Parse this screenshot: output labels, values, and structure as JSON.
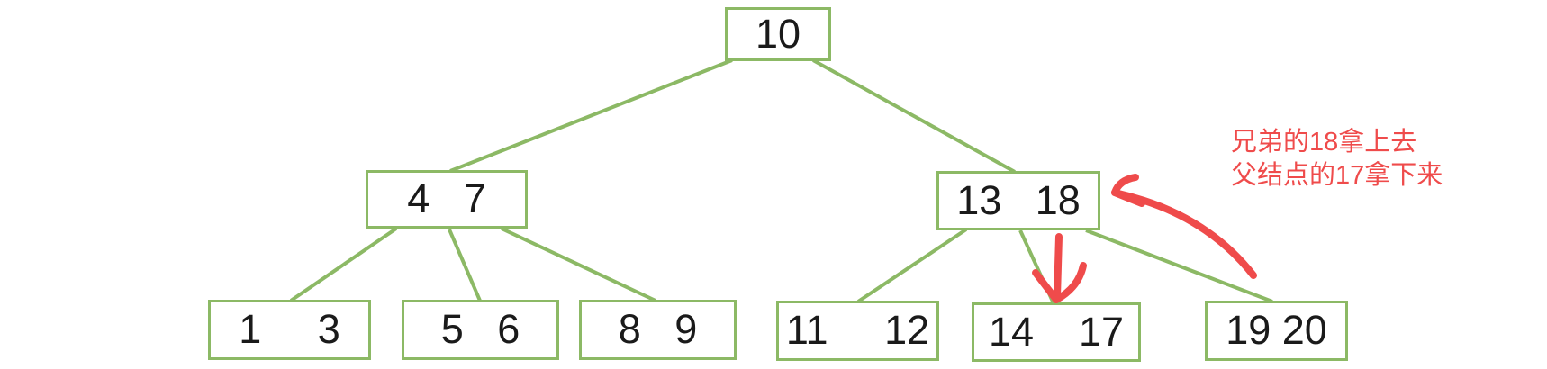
{
  "diagram": {
    "type": "b-tree",
    "nodes": [
      {
        "name": "root",
        "label": "10"
      },
      {
        "name": "internal-left",
        "label": "4   7"
      },
      {
        "name": "internal-right",
        "label": "13   18"
      },
      {
        "name": "leaf-1-3",
        "label": "1     3"
      },
      {
        "name": "leaf-5-6",
        "label": "5   6"
      },
      {
        "name": "leaf-8-9",
        "label": "8   9"
      },
      {
        "name": "leaf-11-12",
        "label": "11     12"
      },
      {
        "name": "leaf-14-17",
        "label": "14    17"
      },
      {
        "name": "leaf-19-20",
        "label": "19 20"
      }
    ]
  },
  "annotation": {
    "line1": "兄弟的18拿上去",
    "line2": "父结点的17拿下来"
  },
  "colors": {
    "node_border_green": "#8CB965",
    "annotation_red": "#EF4B4B",
    "node_text": "#1A1A1A"
  }
}
